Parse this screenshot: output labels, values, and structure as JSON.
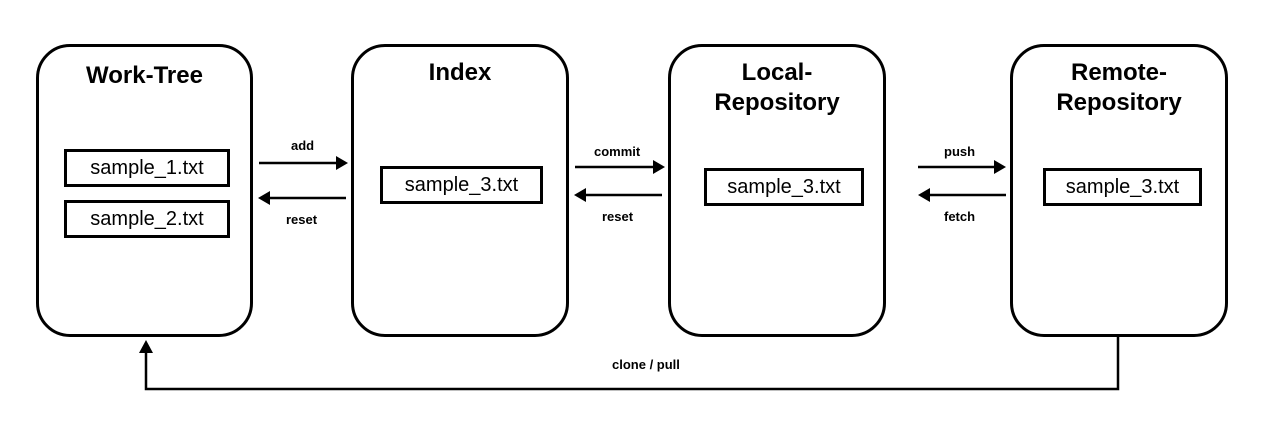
{
  "areas": {
    "work_tree": {
      "title": "Work-Tree",
      "files": [
        "sample_1.txt",
        "sample_2.txt"
      ]
    },
    "index": {
      "title": "Index",
      "files": [
        "sample_3.txt"
      ]
    },
    "local_repository": {
      "title_line1": "Local-",
      "title_line2": "Repository",
      "files": [
        "sample_3.txt"
      ]
    },
    "remote_repository": {
      "title_line1": "Remote-",
      "title_line2": "Repository",
      "files": [
        "sample_3.txt"
      ]
    }
  },
  "commands": {
    "add": "add",
    "reset_index": "reset",
    "commit": "commit",
    "reset_local": "reset",
    "push": "push",
    "fetch": "fetch",
    "clone_pull": "clone / pull"
  }
}
